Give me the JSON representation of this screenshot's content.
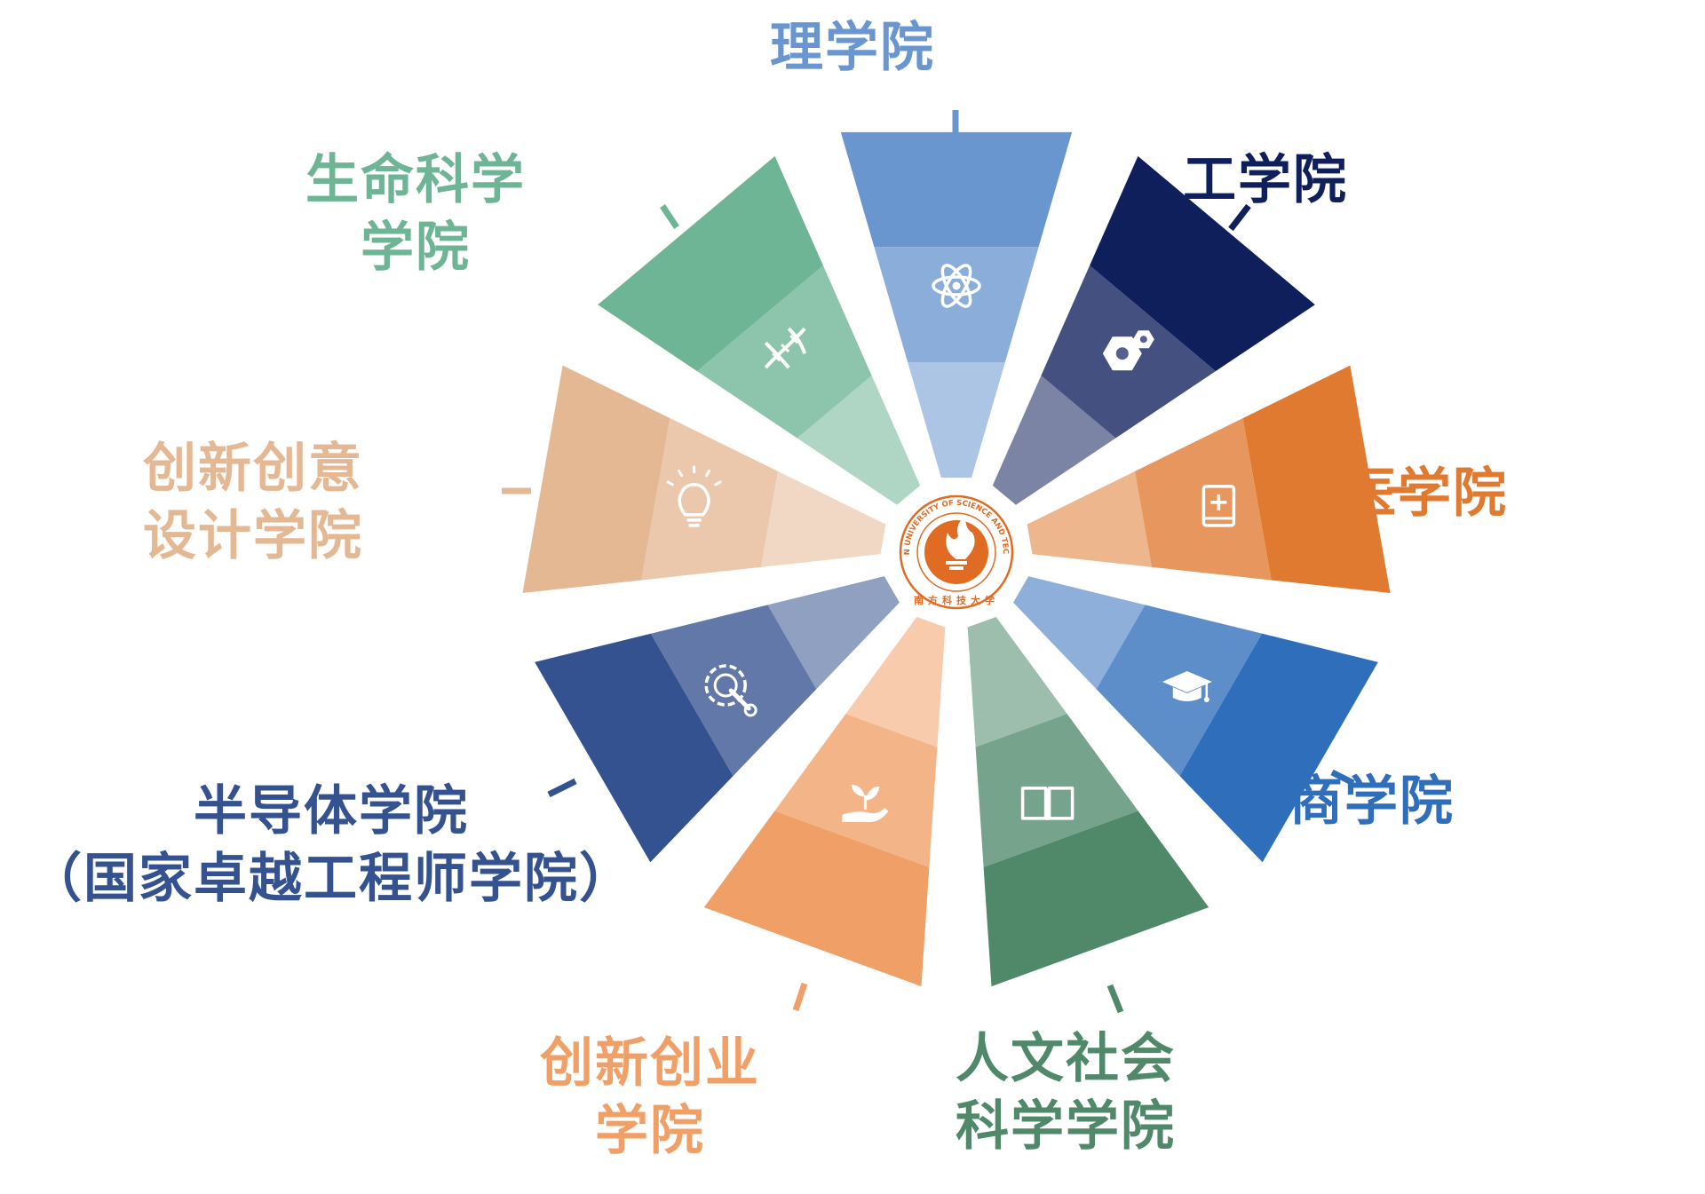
{
  "center_logo": {
    "name": "南方科技大学",
    "english": "SOUTHERN UNIVERSITY OF SCIENCE AND TECHNOLOGY",
    "color": "#e06b22"
  },
  "colleges": [
    {
      "name": "理学院",
      "lines": [
        "理学院"
      ],
      "color": "#6a96cf",
      "icon": "atom-icon"
    },
    {
      "name": "工学院",
      "lines": [
        "工学院"
      ],
      "color": "#0f1f5c",
      "icon": "gears-icon"
    },
    {
      "name": "医学院",
      "lines": [
        "医学院"
      ],
      "color": "#e07a30",
      "icon": "medical-book-icon"
    },
    {
      "name": "商学院",
      "lines": [
        "商学院"
      ],
      "color": "#2f6ebb",
      "icon": "graduation-cap-icon"
    },
    {
      "name": "人文社会科学学院",
      "lines": [
        "人文社会",
        "科学学院"
      ],
      "color": "#4f896a",
      "icon": "open-book-icon"
    },
    {
      "name": "创新创业学院",
      "lines": [
        "创新创业",
        "学院"
      ],
      "color": "#f0a066",
      "icon": "sprout-hand-icon"
    },
    {
      "name": "半导体学院（国家卓越工程师学院）",
      "lines": [
        "半导体学院",
        "（国家卓越工程师学院）"
      ],
      "color": "#34528f",
      "icon": "wrench-gear-icon"
    },
    {
      "name": "创新创意设计学院",
      "lines": [
        "创新创意",
        "设计学院"
      ],
      "color": "#e5b894",
      "icon": "lightbulb-icon"
    },
    {
      "name": "生命科学学院",
      "lines": [
        "生命科学",
        "学院"
      ],
      "color": "#6db594",
      "icon": "dna-icon"
    }
  ]
}
